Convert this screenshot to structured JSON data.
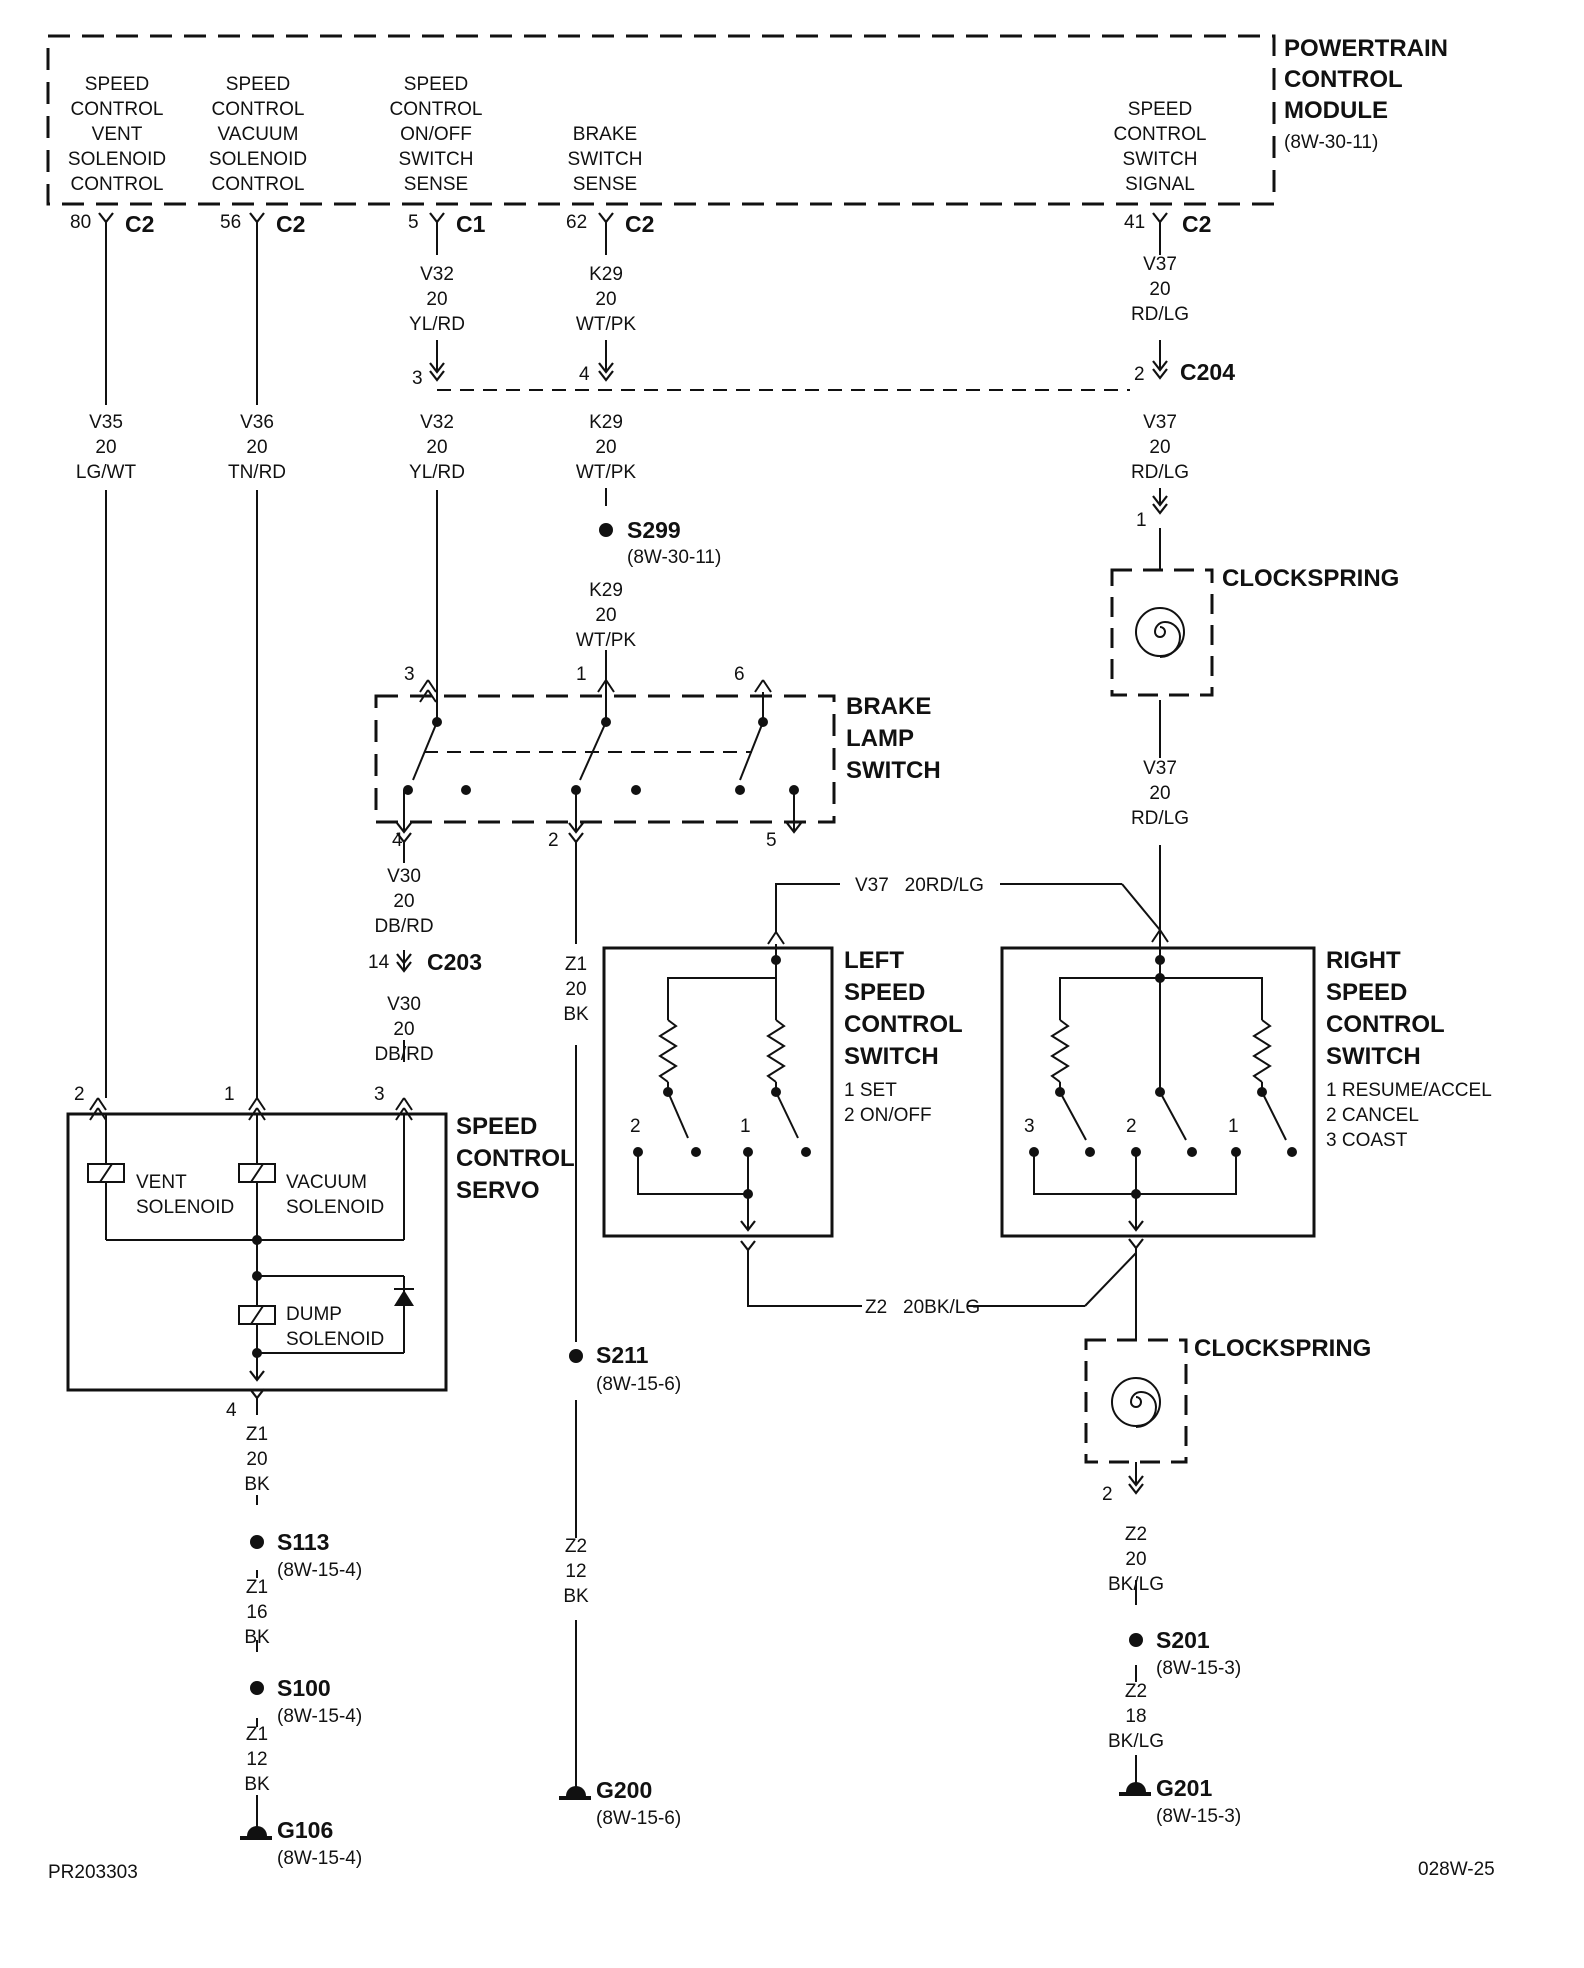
{
  "pcm": {
    "title": [
      "POWERTRAIN",
      "CONTROL",
      "MODULE"
    ],
    "ref": "(8W-30-11)",
    "pins": [
      {
        "id": "vent",
        "label": [
          "SPEED",
          "CONTROL",
          "VENT",
          "SOLENOID",
          "CONTROL"
        ],
        "pin": "80",
        "conn": "C2"
      },
      {
        "id": "vacuum",
        "label": [
          "SPEED",
          "CONTROL",
          "VACUUM",
          "SOLENOID",
          "CONTROL"
        ],
        "pin": "56",
        "conn": "C2"
      },
      {
        "id": "onoff",
        "label": [
          "SPEED",
          "CONTROL",
          "ON/OFF",
          "SWITCH",
          "SENSE"
        ],
        "pin": "5",
        "conn": "C1"
      },
      {
        "id": "brake",
        "label": [
          "BRAKE",
          "SWITCH",
          "SENSE"
        ],
        "pin": "62",
        "conn": "C2"
      },
      {
        "id": "signal",
        "label": [
          "SPEED",
          "CONTROL",
          "SWITCH",
          "SIGNAL"
        ],
        "pin": "41",
        "conn": "C2"
      }
    ]
  },
  "wires": {
    "v35": [
      "V35",
      "20",
      "LG/WT"
    ],
    "v36": [
      "V36",
      "20",
      "TN/RD"
    ],
    "v32_top": [
      "V32",
      "20",
      "YL/RD"
    ],
    "v32_bot": [
      "V32",
      "20",
      "YL/RD"
    ],
    "k29_top": [
      "K29",
      "20",
      "WT/PK"
    ],
    "k29_mid": [
      "K29",
      "20",
      "WT/PK"
    ],
    "k29_bot": [
      "K29",
      "20",
      "WT/PK"
    ],
    "v37_top": [
      "V37",
      "20",
      "RD/LG"
    ],
    "v37_mid": [
      "V37",
      "20",
      "RD/LG"
    ],
    "v37_low": [
      "V37",
      "20",
      "RD/LG"
    ],
    "v30_top": [
      "V30",
      "20",
      "DB/RD"
    ],
    "v30_bot": [
      "V30",
      "20",
      "DB/RD"
    ],
    "z1_bk": [
      "Z1",
      "20",
      "BK"
    ],
    "z2_12": [
      "Z2",
      "12",
      "BK"
    ],
    "z1_20": [
      "Z1",
      "20",
      "BK"
    ],
    "z1_16": [
      "Z1",
      "16",
      "BK"
    ],
    "z1_12": [
      "Z1",
      "12",
      "BK"
    ],
    "z2_20": [
      "Z2",
      "20",
      "BK/LG"
    ],
    "z2_18": [
      "Z2",
      "18",
      "BK/LG"
    ],
    "v37_harness": "V37   20RD/LG",
    "z2_harness": "Z2   20BK/LG"
  },
  "connectors": {
    "c204": {
      "name": "C204",
      "pins": [
        "3",
        "4",
        "2"
      ]
    },
    "c203": {
      "name": "C203",
      "pin": "14"
    },
    "clock_top_pin": "1",
    "clock_bot_pin": "2"
  },
  "splices": {
    "s299": {
      "name": "S299",
      "ref": "(8W-30-11)"
    },
    "s211": {
      "name": "S211",
      "ref": "(8W-15-6)"
    },
    "s113": {
      "name": "S113",
      "ref": "(8W-15-4)"
    },
    "s100": {
      "name": "S100",
      "ref": "(8W-15-4)"
    },
    "s201": {
      "name": "S201",
      "ref": "(8W-15-3)"
    }
  },
  "grounds": {
    "g106": {
      "name": "G106",
      "ref": "(8W-15-4)"
    },
    "g200": {
      "name": "G200",
      "ref": "(8W-15-6)"
    },
    "g201": {
      "name": "G201",
      "ref": "(8W-15-3)"
    }
  },
  "clockspring": {
    "label": "CLOCKSPRING"
  },
  "brake_lamp_switch": {
    "title": [
      "BRAKE",
      "LAMP",
      "SWITCH"
    ],
    "pins": {
      "top": [
        "3",
        "1",
        "6"
      ],
      "bottom": [
        "4",
        "2",
        "5"
      ]
    }
  },
  "servo": {
    "title": [
      "SPEED",
      "CONTROL",
      "SERVO"
    ],
    "pins": [
      "2",
      "1",
      "3",
      "4"
    ],
    "vent": [
      "VENT",
      "SOLENOID"
    ],
    "vacuum": [
      "VACUUM",
      "SOLENOID"
    ],
    "dump": [
      "DUMP",
      "SOLENOID"
    ]
  },
  "left_switch": {
    "title": [
      "LEFT",
      "SPEED",
      "CONTROL",
      "SWITCH"
    ],
    "functions": [
      "1 SET",
      "2 ON/OFF"
    ],
    "positions": [
      "2",
      "1"
    ]
  },
  "right_switch": {
    "title": [
      "RIGHT",
      "SPEED",
      "CONTROL",
      "SWITCH"
    ],
    "functions": [
      "1 RESUME/ACCEL",
      "2 CANCEL",
      "3 COAST"
    ],
    "positions": [
      "3",
      "2",
      "1"
    ]
  },
  "footer": {
    "left": "PR203303",
    "right": "028W-25"
  }
}
